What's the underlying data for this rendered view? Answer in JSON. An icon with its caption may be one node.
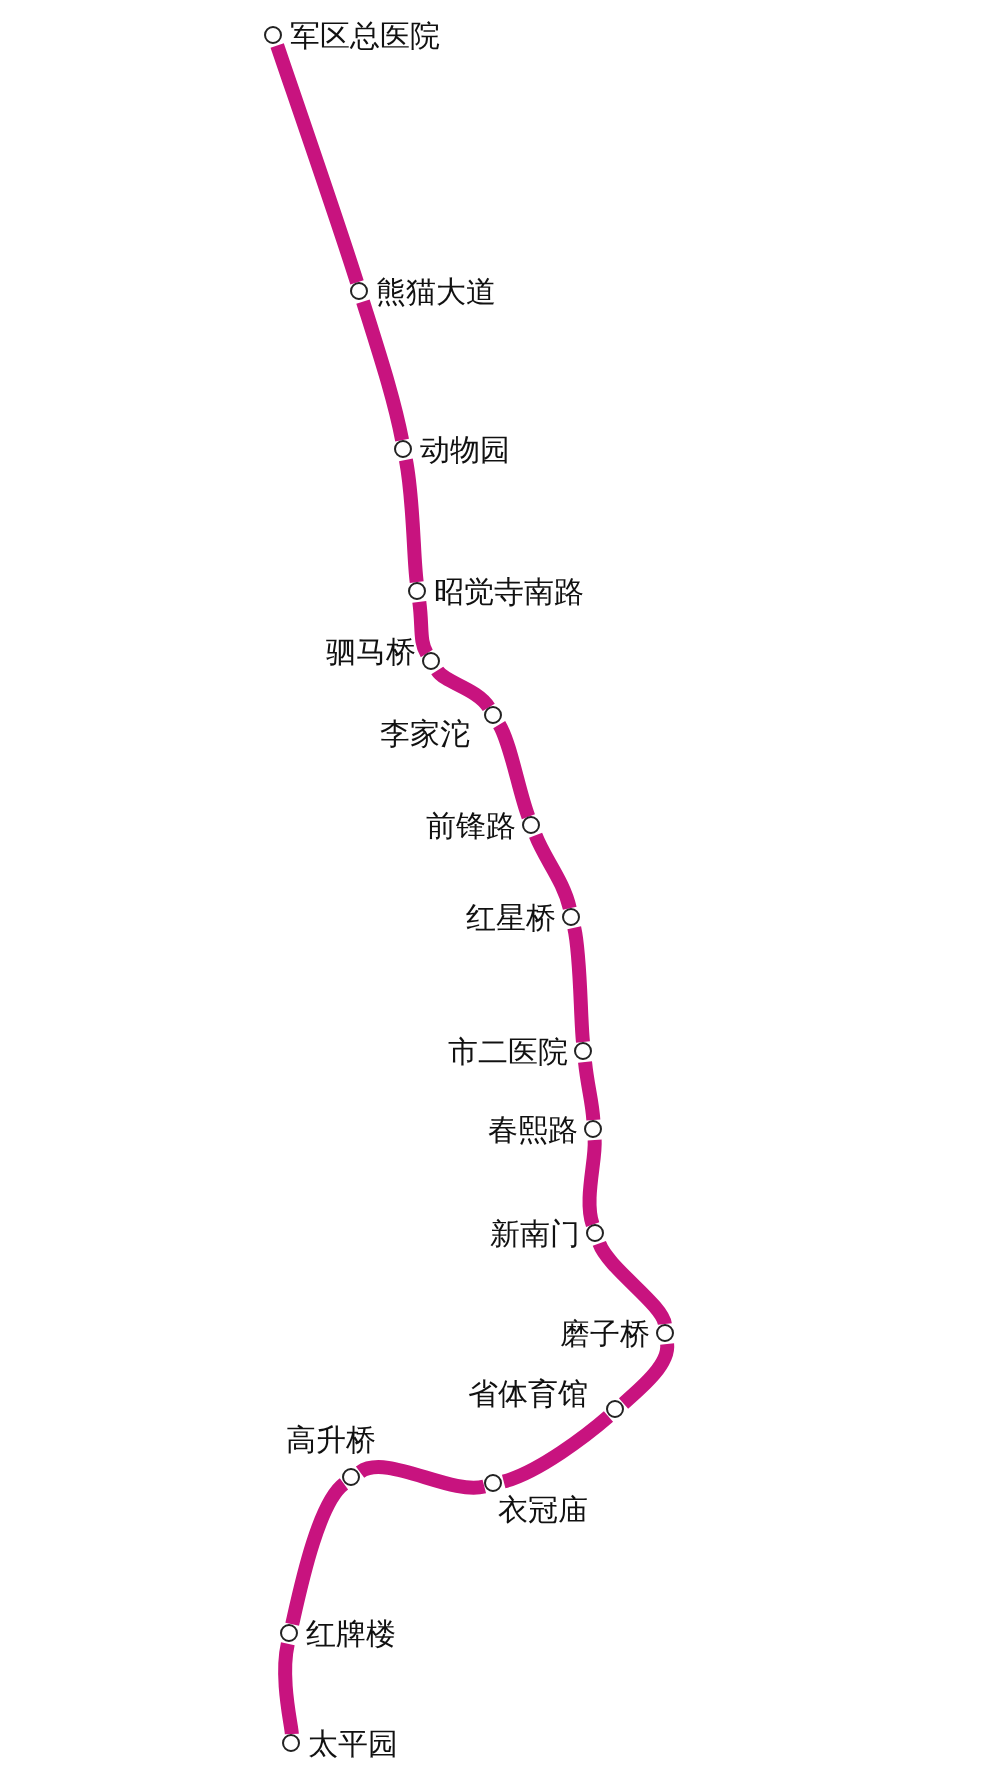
{
  "diagram": {
    "nodes": [
      {
        "text": [],
        "shape": "circle",
        "beside": [
          "军区总医院"
        ]
      },
      {
        "text": [],
        "shape": "circle",
        "beside": [
          "熊猫大道"
        ]
      },
      {
        "text": [],
        "shape": "circle",
        "beside": [
          "动物园"
        ]
      },
      {
        "text": [],
        "shape": "circle",
        "beside": [
          "昭觉寺南路"
        ]
      },
      {
        "text": [],
        "shape": "circle",
        "beside": [
          "驷马桥"
        ]
      },
      {
        "text": [],
        "shape": "circle",
        "beside": [
          "李家沱"
        ]
      },
      {
        "text": [],
        "shape": "circle",
        "beside": [
          "前锋路"
        ]
      },
      {
        "text": [],
        "shape": "circle",
        "beside": [
          "红星桥"
        ]
      },
      {
        "text": [],
        "shape": "circle",
        "beside": [
          "市二医院"
        ]
      },
      {
        "text": [],
        "shape": "circle",
        "beside": [
          "春熙路"
        ]
      },
      {
        "text": [],
        "shape": "circle",
        "beside": [
          "新南门"
        ]
      },
      {
        "text": [],
        "shape": "circle",
        "beside": [
          "磨子桥"
        ]
      },
      {
        "text": [],
        "shape": "circle",
        "beside": [
          "省体育馆"
        ]
      },
      {
        "text": [],
        "shape": "circle",
        "beside": [
          "衣冠庙"
        ]
      },
      {
        "text": [],
        "shape": "circle",
        "beside": [
          "高升桥"
        ]
      },
      {
        "text": [],
        "shape": "circle",
        "beside": [
          "红牌楼"
        ]
      },
      {
        "text": [],
        "shape": "circle",
        "beside": [
          "太平园"
        ]
      }
    ],
    "edges": [
      {
        "from": 0,
        "to": 1,
        "arrow": "none"
      },
      {
        "from": 1,
        "to": 2,
        "arrow": "none"
      },
      {
        "from": 2,
        "to": 3,
        "arrow": "none"
      },
      {
        "from": 3,
        "to": 4,
        "arrow": "none"
      },
      {
        "from": 4,
        "to": 5,
        "arrow": "none"
      },
      {
        "from": 5,
        "to": 6,
        "arrow": "none"
      },
      {
        "from": 6,
        "to": 7,
        "arrow": "none"
      },
      {
        "from": 7,
        "to": 8,
        "arrow": "none"
      },
      {
        "from": 8,
        "to": 9,
        "arrow": "none"
      },
      {
        "from": 9,
        "to": 10,
        "arrow": "none"
      },
      {
        "from": 10,
        "to": 11,
        "arrow": "none"
      },
      {
        "from": 11,
        "to": 12,
        "arrow": "none"
      },
      {
        "from": 12,
        "to": 13,
        "arrow": "none"
      },
      {
        "from": 13,
        "to": 14,
        "arrow": "none"
      },
      {
        "from": 14,
        "to": 15,
        "arrow": "none"
      },
      {
        "from": 15,
        "to": 16,
        "arrow": "none"
      }
    ]
  }
}
